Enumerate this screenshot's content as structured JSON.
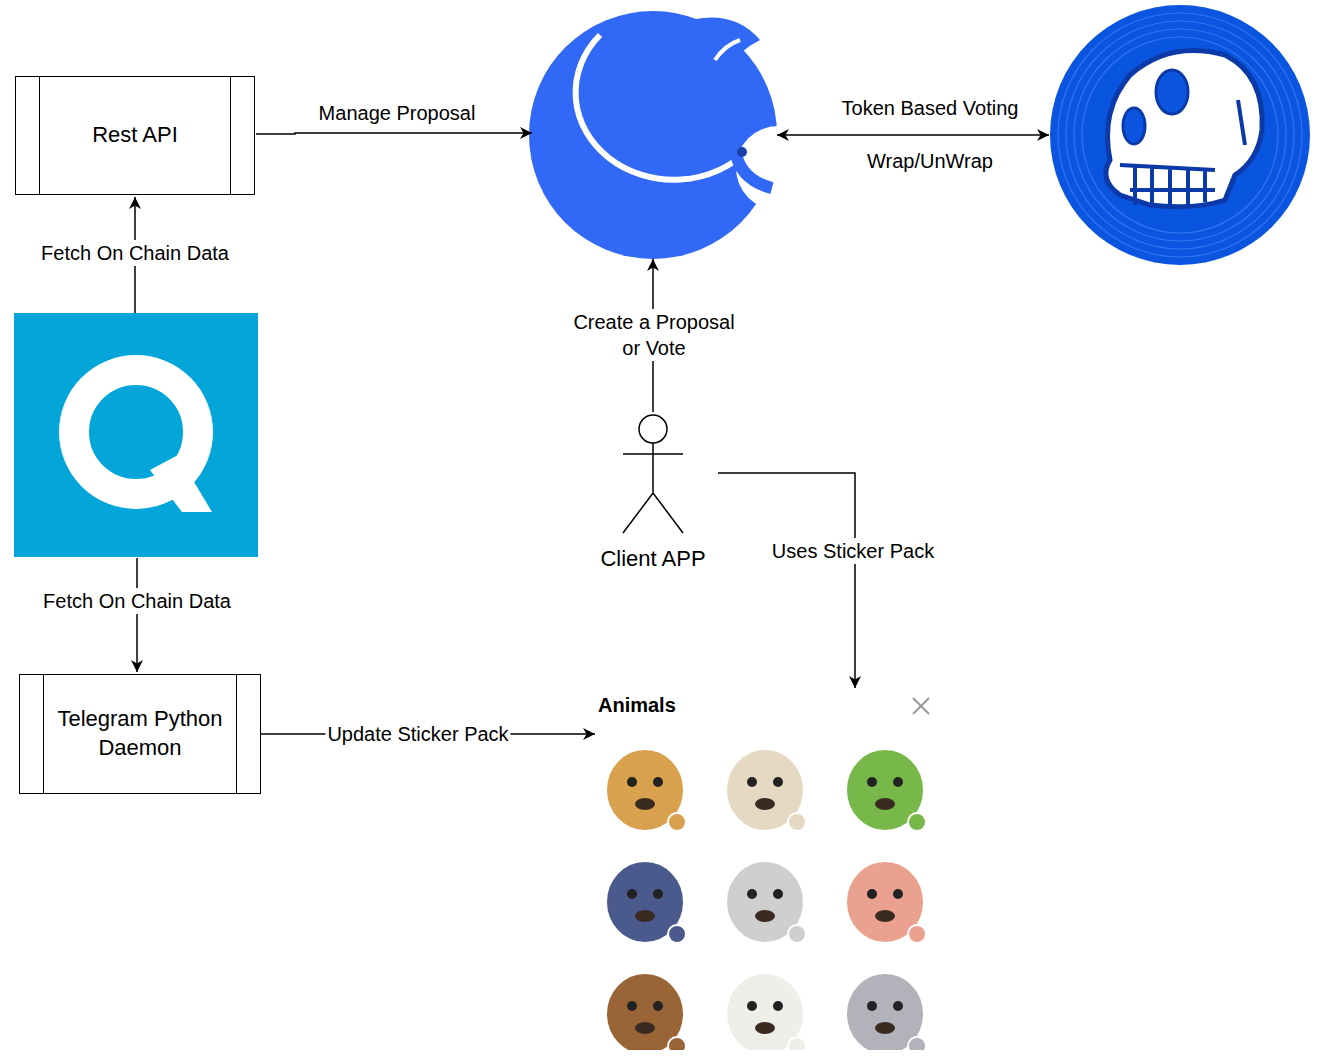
{
  "diagram": {
    "nodes": [
      {
        "text": [
          "Rest API"
        ]
      },
      {
        "text": [
          "Client APP"
        ]
      },
      {
        "text": [
          "Telegram Python Daemon"
        ]
      },
      {
        "text": [
          "Animals"
        ]
      }
    ],
    "edges": [
      {
        "from": 2,
        "to": 3,
        "label": "Update Sticker Pack",
        "arrow": "to"
      },
      {
        "from": 1,
        "to": 3,
        "label": "Uses Sticker Pack",
        "arrow": "to"
      }
    ],
    "labels": [
      "Manage Proposal",
      "Token Based Voting",
      "Wrap/UnWrap",
      "Fetch On Chain Data",
      "Create a Proposal or Vote",
      "Fetch On Chain Data"
    ]
  }
}
